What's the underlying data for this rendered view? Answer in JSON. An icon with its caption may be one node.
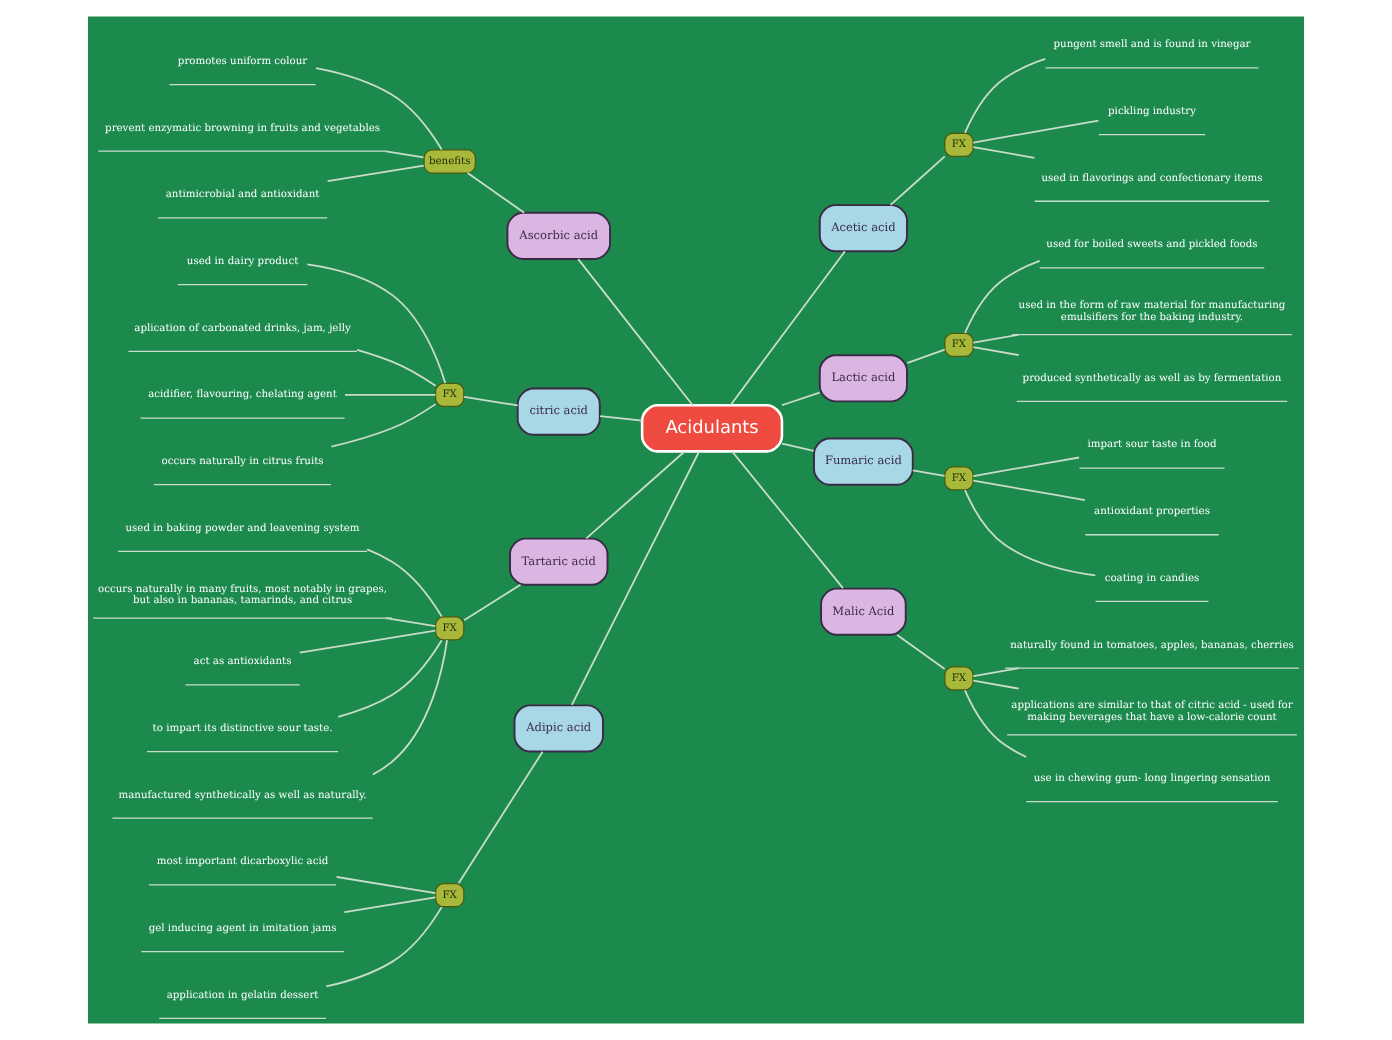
{
  "diagram": {
    "nodes": [
      {
        "text": [
          "Acidulants"
        ]
      },
      {
        "text": [
          "Ascorbic acid"
        ]
      },
      {
        "text": [
          "benefits"
        ]
      },
      {
        "text": [
          "promotes uniform colour"
        ]
      },
      {
        "text": [
          "prevent enzymatic browning in fruits and vegetables"
        ]
      },
      {
        "text": [
          "antimicrobial and antioxidant"
        ]
      },
      {
        "text": [
          "citric acid"
        ]
      },
      {
        "text": [
          "FX"
        ]
      },
      {
        "text": [
          "used in dairy product"
        ]
      },
      {
        "text": [
          "aplication of carbonated drinks, jam, jelly"
        ]
      },
      {
        "text": [
          "acidifier, flavouring, chelating agent"
        ]
      },
      {
        "text": [
          "occurs naturally in citrus fruits"
        ]
      },
      {
        "text": [
          "Tartaric acid"
        ]
      },
      {
        "text": [
          "FX"
        ]
      },
      {
        "text": [
          "used in baking powder and leavening system"
        ]
      },
      {
        "text": [
          "occurs naturally in many fruits, most notably in grapes, but also in bananas, tamarinds, and citrus"
        ]
      },
      {
        "text": [
          "act as antioxidants"
        ]
      },
      {
        "text": [
          "to impart its distinctive sour taste."
        ]
      },
      {
        "text": [
          "manufactured synthetically as well as naturally."
        ]
      },
      {
        "text": [
          "Adipic acid"
        ]
      },
      {
        "text": [
          "FX"
        ]
      },
      {
        "text": [
          "most important dicarboxylic acid"
        ]
      },
      {
        "text": [
          "gel inducing agent in imitation jams"
        ]
      },
      {
        "text": [
          "application in gelatin dessert"
        ]
      },
      {
        "text": [
          "Acetic acid"
        ]
      },
      {
        "text": [
          "FX"
        ]
      },
      {
        "text": [
          "pungent smell and is found in vinegar"
        ]
      },
      {
        "text": [
          "pickling industry"
        ]
      },
      {
        "text": [
          "used in flavorings and confectionary items"
        ]
      },
      {
        "text": [
          "Lactic acid"
        ]
      },
      {
        "text": [
          "FX"
        ]
      },
      {
        "text": [
          "used for boiled sweets and pickled foods"
        ]
      },
      {
        "text": [
          "used in the form of raw material for manufacturing emulsifiers for the baking industry."
        ]
      },
      {
        "text": [
          "produced synthetically as well as by fermentation"
        ]
      },
      {
        "text": [
          "Fumaric acid"
        ]
      },
      {
        "text": [
          "FX"
        ]
      },
      {
        "text": [
          "impart sour taste in food"
        ]
      },
      {
        "text": [
          "antioxidant properties"
        ]
      },
      {
        "text": [
          "coating in candies"
        ]
      },
      {
        "text": [
          "Malic Acid"
        ]
      },
      {
        "text": [
          "FX"
        ]
      },
      {
        "text": [
          "naturally found in tomatoes, apples, bananas, cherries"
        ]
      },
      {
        "text": [
          "applications are similar to that of citric acid - used for making beverages that have a low-calorie count"
        ]
      },
      {
        "text": [
          "use in chewing gum- long lingering sensation"
        ]
      }
    ],
    "edges": [
      {
        "from": 0,
        "to": 1,
        "arrow": "none"
      },
      {
        "from": 1,
        "to": 2,
        "arrow": "none"
      },
      {
        "from": 2,
        "to": 3,
        "arrow": "none"
      },
      {
        "from": 2,
        "to": 4,
        "arrow": "none"
      },
      {
        "from": 2,
        "to": 5,
        "arrow": "none"
      },
      {
        "from": 0,
        "to": 6,
        "arrow": "none"
      },
      {
        "from": 6,
        "to": 7,
        "arrow": "none"
      },
      {
        "from": 7,
        "to": 8,
        "arrow": "none"
      },
      {
        "from": 7,
        "to": 9,
        "arrow": "none"
      },
      {
        "from": 7,
        "to": 10,
        "arrow": "none"
      },
      {
        "from": 7,
        "to": 11,
        "arrow": "none"
      },
      {
        "from": 0,
        "to": 12,
        "arrow": "none"
      },
      {
        "from": 12,
        "to": 13,
        "arrow": "none"
      },
      {
        "from": 13,
        "to": 14,
        "arrow": "none"
      },
      {
        "from": 13,
        "to": 15,
        "arrow": "none"
      },
      {
        "from": 13,
        "to": 16,
        "arrow": "none"
      },
      {
        "from": 13,
        "to": 17,
        "arrow": "none"
      },
      {
        "from": 13,
        "to": 18,
        "arrow": "none"
      },
      {
        "from": 0,
        "to": 19,
        "arrow": "none"
      },
      {
        "from": 19,
        "to": 20,
        "arrow": "none"
      },
      {
        "from": 20,
        "to": 21,
        "arrow": "none"
      },
      {
        "from": 20,
        "to": 22,
        "arrow": "none"
      },
      {
        "from": 20,
        "to": 23,
        "arrow": "none"
      },
      {
        "from": 0,
        "to": 24,
        "arrow": "none"
      },
      {
        "from": 24,
        "to": 25,
        "arrow": "none"
      },
      {
        "from": 25,
        "to": 26,
        "arrow": "none"
      },
      {
        "from": 25,
        "to": 27,
        "arrow": "none"
      },
      {
        "from": 25,
        "to": 28,
        "arrow": "none"
      },
      {
        "from": 0,
        "to": 29,
        "arrow": "none"
      },
      {
        "from": 29,
        "to": 30,
        "arrow": "none"
      },
      {
        "from": 30,
        "to": 31,
        "arrow": "none"
      },
      {
        "from": 30,
        "to": 32,
        "arrow": "none"
      },
      {
        "from": 30,
        "to": 33,
        "arrow": "none"
      },
      {
        "from": 0,
        "to": 34,
        "arrow": "none"
      },
      {
        "from": 34,
        "to": 35,
        "arrow": "none"
      },
      {
        "from": 35,
        "to": 36,
        "arrow": "none"
      },
      {
        "from": 35,
        "to": 37,
        "arrow": "none"
      },
      {
        "from": 35,
        "to": 38,
        "arrow": "none"
      },
      {
        "from": 0,
        "to": 39,
        "arrow": "none"
      },
      {
        "from": 39,
        "to": 40,
        "arrow": "none"
      },
      {
        "from": 40,
        "to": 41,
        "arrow": "none"
      },
      {
        "from": 40,
        "to": 42,
        "arrow": "none"
      },
      {
        "from": 40,
        "to": 43,
        "arrow": "none"
      }
    ]
  }
}
